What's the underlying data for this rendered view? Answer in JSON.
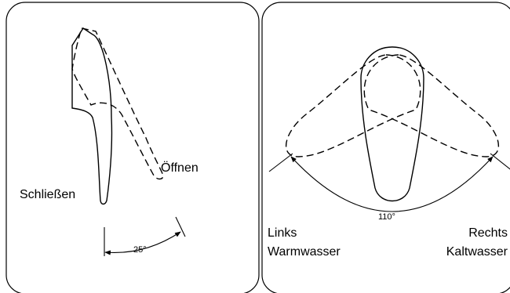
{
  "left_panel": {
    "label_open": "Öffnen",
    "label_close": "Schließen",
    "angle": "25°"
  },
  "right_panel": {
    "angle": "110°",
    "left_line1": "Links",
    "left_line2": "Warmwasser",
    "right_line1": "Rechts",
    "right_line2": "Kaltwasser"
  }
}
